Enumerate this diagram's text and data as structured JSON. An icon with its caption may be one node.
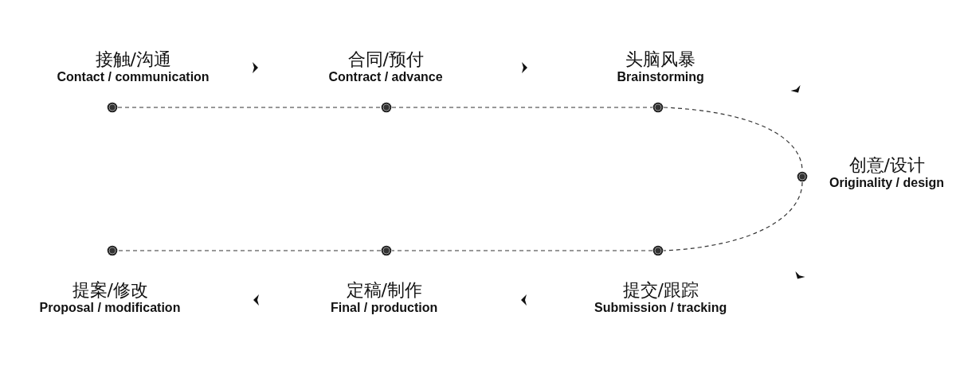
{
  "diagram": {
    "nodes": [
      {
        "text": [],
        "shape": "circle",
        "beside": [
          "接触/沟通",
          "Contact / communication"
        ]
      },
      {
        "text": [],
        "shape": "circle",
        "beside": [
          "合同/预付",
          "Contract / advance"
        ]
      },
      {
        "text": [],
        "shape": "circle",
        "beside": [
          "头脑风暴",
          "Brainstorming"
        ]
      },
      {
        "text": [],
        "shape": "circle",
        "beside": [
          "创意/设计",
          "Originality / design"
        ]
      },
      {
        "text": [],
        "shape": "circle",
        "beside": [
          "提交/跟踪",
          "Submission / tracking"
        ]
      },
      {
        "text": [],
        "shape": "circle",
        "beside": [
          "定稿/制作",
          "Final / production"
        ]
      },
      {
        "text": [],
        "shape": "circle",
        "beside": [
          "提案/修改",
          "Proposal / modification"
        ]
      }
    ],
    "edges": [
      {
        "from": 0,
        "to": 1,
        "arrow": "none",
        "style": "dashed"
      },
      {
        "from": 1,
        "to": 2,
        "arrow": "none",
        "style": "dashed"
      },
      {
        "from": 2,
        "to": 3,
        "arrow": "none",
        "style": "dashed"
      },
      {
        "from": 3,
        "to": 4,
        "arrow": "none",
        "style": "dashed"
      },
      {
        "from": 4,
        "to": 5,
        "arrow": "none",
        "style": "dashed"
      },
      {
        "from": 5,
        "to": 6,
        "arrow": "none",
        "style": "dashed"
      }
    ]
  }
}
